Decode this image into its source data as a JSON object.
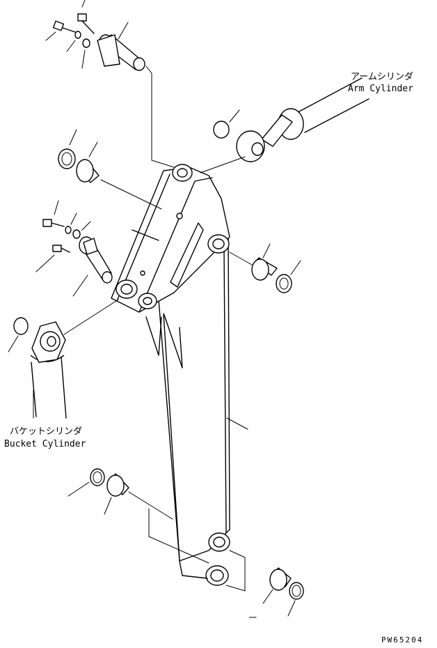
{
  "labels": {
    "arm_cylinder_jp": "アームシリンダ",
    "arm_cylinder_en": "Arm Cylinder",
    "bucket_cylinder_jp": "バケットシリンダ",
    "bucket_cylinder_en": "Bucket Cylinder"
  },
  "drawing_code": "PW65204"
}
